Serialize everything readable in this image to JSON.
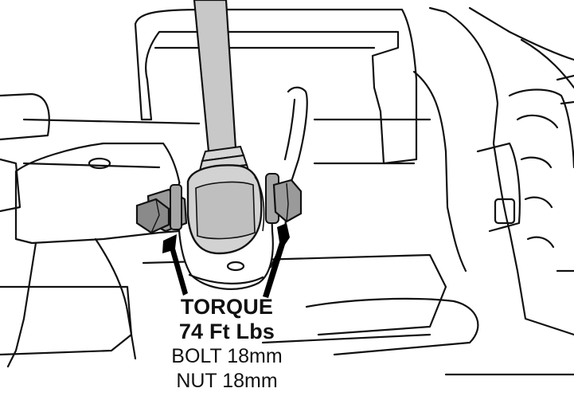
{
  "callout": {
    "torque_label": "TORQUE",
    "torque_value": "74 Ft Lbs",
    "bolt_spec": "BOLT 18mm",
    "nut_spec": "NUT 18mm"
  },
  "colors": {
    "line": "#111111",
    "rod_fill": "#c8c8c8",
    "bushing_fill": "#d2d2d2",
    "hex_fill": "#9a9a9a",
    "arrow": "#000000",
    "background": "#ffffff"
  },
  "parts": {
    "icons": [
      "bolt-head-icon",
      "nut-icon",
      "arrow-icon"
    ]
  }
}
